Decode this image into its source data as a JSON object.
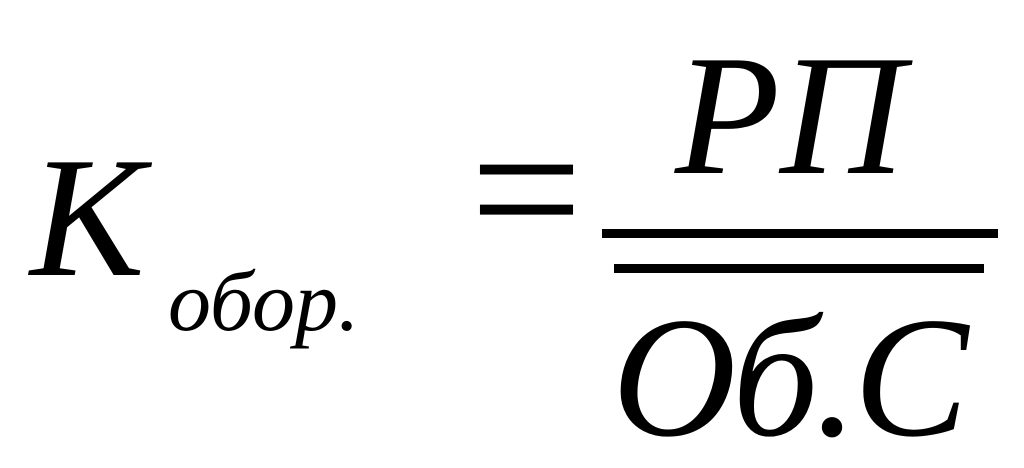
{
  "formula": {
    "lhs_symbol": "K",
    "lhs_subscript": "обор.",
    "equals": "=",
    "numerator": "РП",
    "denominator": "Об.С"
  }
}
